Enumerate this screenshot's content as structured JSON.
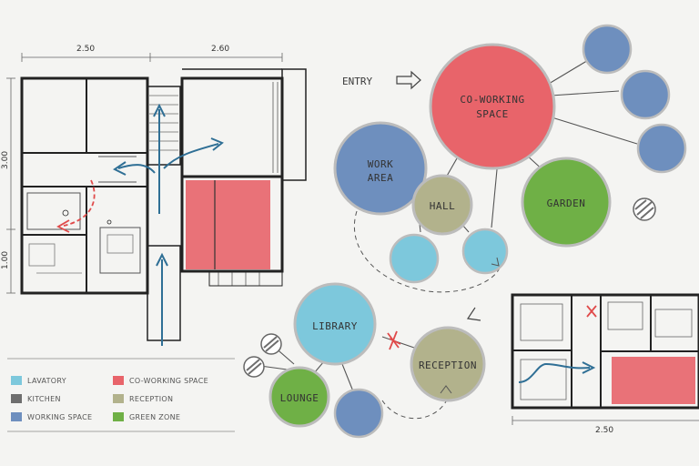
{
  "dimensions": {
    "top_left": "2.50",
    "top_right": "2.60",
    "side_top": "3.00",
    "side_bottom": "1.00",
    "bottom_right": "2.50"
  },
  "entry_label": "ENTRY",
  "bubbles": {
    "coworking": {
      "label1": "CO-WORKING",
      "label2": "SPACE"
    },
    "work_area": {
      "label1": "WORK",
      "label2": "AREA"
    },
    "hall": {
      "label": "HALL"
    },
    "garden": {
      "label": "GARDEN"
    },
    "library": {
      "label": "LIBRARY"
    },
    "reception": {
      "label": "RECEPTION"
    },
    "lounge": {
      "label": "LOUNGE"
    }
  },
  "legend": [
    {
      "label": "LAVATORY",
      "color": "#7dc8dc"
    },
    {
      "label": "CO-WORKING SPACE",
      "color": "#e8646a"
    },
    {
      "label": "KITCHEN",
      "color": "#6e6e6e"
    },
    {
      "label": "RECEPTION",
      "color": "#b2b28c"
    },
    {
      "label": "WORKING SPACE",
      "color": "#6e8fbe"
    },
    {
      "label": "GREEN ZONE",
      "color": "#6fb046"
    }
  ],
  "colors": {
    "lavatory": "#7dc8dc",
    "coworking": "#e8646a",
    "kitchen": "#6e6e6e",
    "reception": "#b2b28c",
    "working": "#6e8fbe",
    "green": "#6fb046",
    "arrow_blue": "#2f6f95",
    "arrow_red": "#e04a4a"
  }
}
